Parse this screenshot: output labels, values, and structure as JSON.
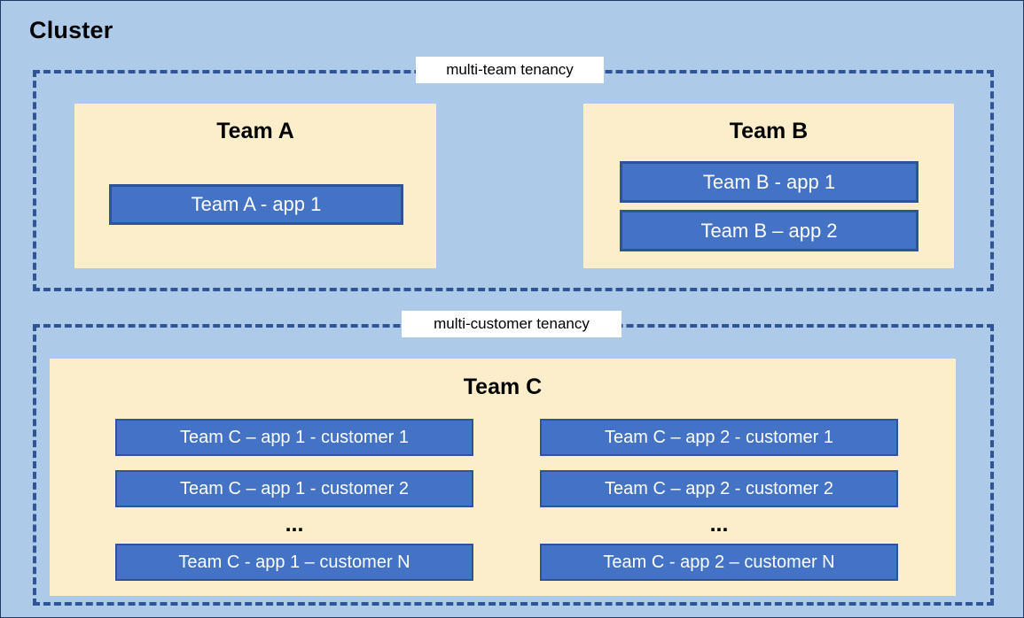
{
  "diagram": {
    "cluster_title": "Cluster",
    "tenancies": [
      {
        "id": "multi-team",
        "label": "multi-team tenancy"
      },
      {
        "id": "multi-customer",
        "label": "multi-customer tenancy"
      }
    ],
    "teams": {
      "team_a": {
        "title": "Team A",
        "apps": [
          {
            "label": "Team A - app 1"
          }
        ]
      },
      "team_b": {
        "title": "Team B",
        "apps": [
          {
            "label": "Team B - app 1"
          },
          {
            "label": "Team B – app 2"
          }
        ]
      },
      "team_c": {
        "title": "Team C",
        "ellipsis": "...",
        "column_1": [
          {
            "label": "Team C – app 1 - customer 1"
          },
          {
            "label": "Team C – app 1 - customer 2"
          },
          {
            "label": "Team C - app 1 – customer N"
          }
        ],
        "column_2": [
          {
            "label": "Team C – app 2 - customer 1"
          },
          {
            "label": "Team C – app 2 - customer 2"
          },
          {
            "label": "Team C - app 2 – customer N"
          }
        ]
      }
    },
    "colors": {
      "cluster_background": "#AECAE9",
      "tenancy_border": "#2F5597",
      "team_panel_background": "#FCEECB",
      "app_fill": "#4472C4",
      "app_border": "#2E5396",
      "app_text": "#FFFFFF",
      "label_background": "#FFFFFF",
      "title_text": "#000000"
    }
  }
}
